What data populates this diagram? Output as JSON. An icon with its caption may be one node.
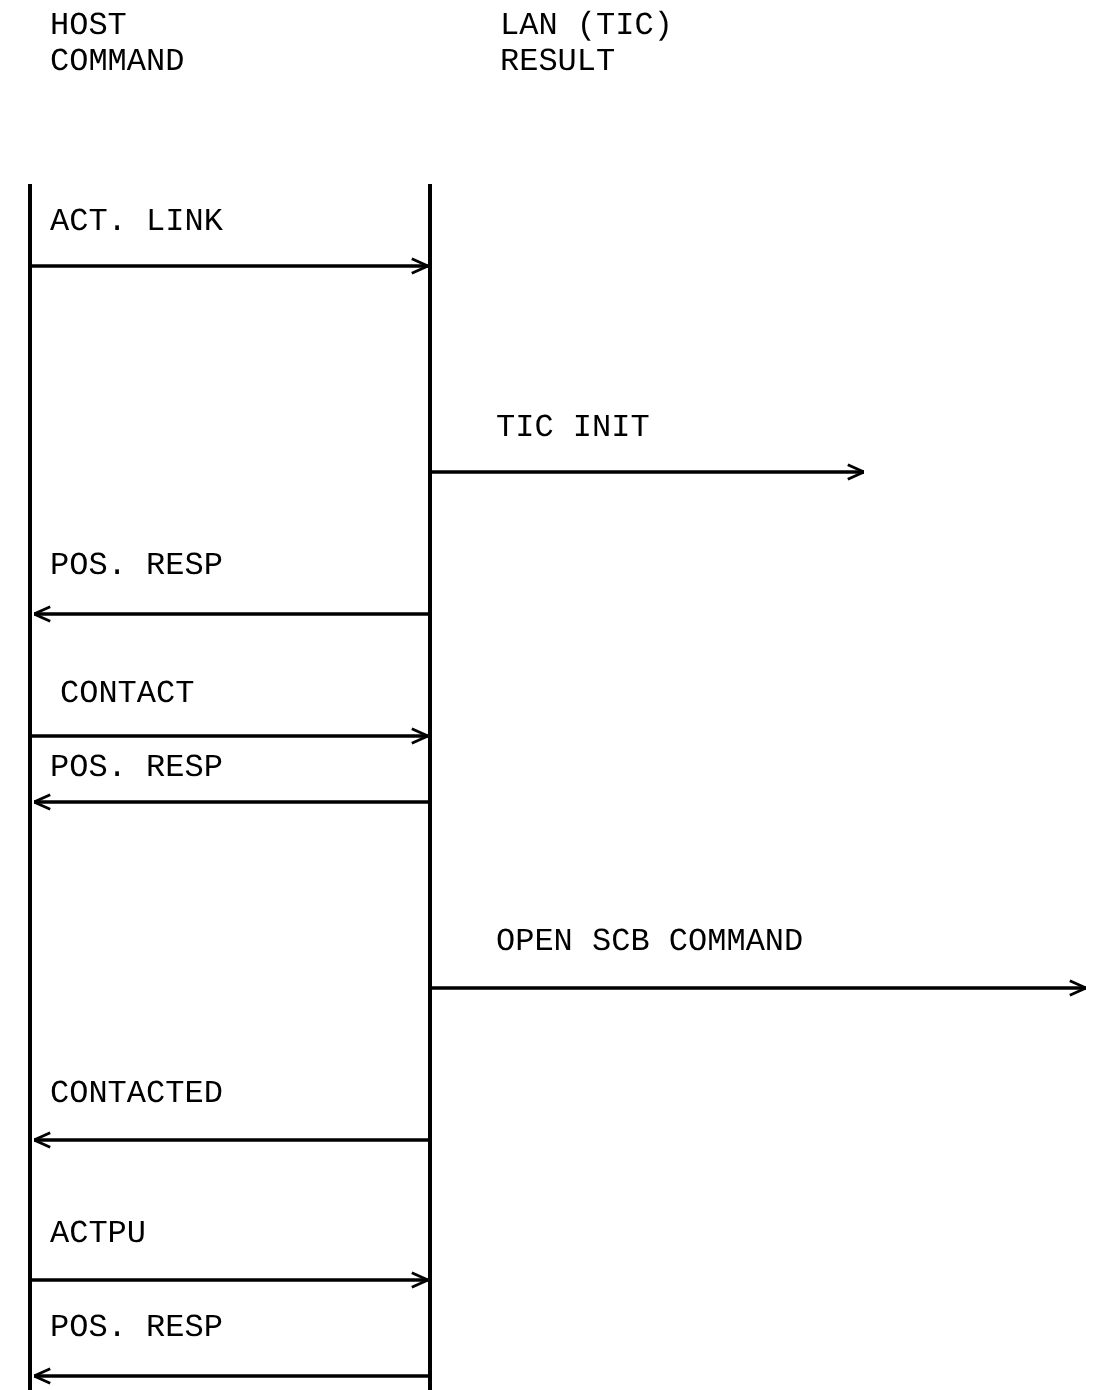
{
  "diagram": {
    "nodes": [
      {
        "text": [],
        "shape": "bar"
      },
      {
        "text": [],
        "shape": "bar"
      }
    ],
    "edges": [
      {
        "from": 0,
        "to": 1,
        "arrow": "to",
        "label": "ACT. LINK"
      },
      {
        "from": 1,
        "to": null,
        "arrow": "to",
        "label": "TIC INIT"
      },
      {
        "from": 1,
        "to": 0,
        "arrow": "to",
        "label": "POS. RESP"
      },
      {
        "from": 0,
        "to": 1,
        "arrow": "to",
        "label": "CONTACT"
      },
      {
        "from": 1,
        "to": 0,
        "arrow": "to",
        "label": "POS. RESP"
      },
      {
        "from": 1,
        "to": null,
        "arrow": "to",
        "label": "OPEN SCB COMMAND"
      },
      {
        "from": 1,
        "to": 0,
        "arrow": "to",
        "label": "CONTACTED"
      },
      {
        "from": 0,
        "to": 1,
        "arrow": "to",
        "label": "ACTPU"
      },
      {
        "from": 1,
        "to": 0,
        "arrow": "to",
        "label": "POS. RESP"
      }
    ],
    "labels": [
      "HOST COMMAND",
      "LAN (TIC) RESULT"
    ]
  }
}
